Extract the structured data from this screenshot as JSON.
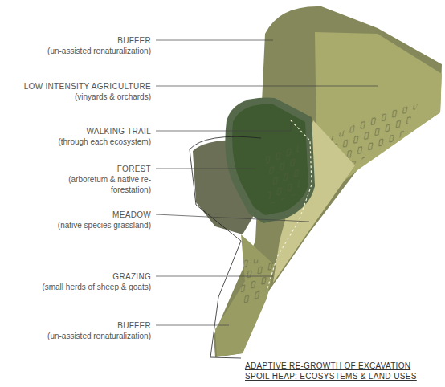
{
  "diagram": {
    "title": "ADAPTIVE RE-GROWTH OF EXCAVATION SPOIL HEAP: ECOSYSTEMS & LAND-USES",
    "labels": [
      "BUFFER",
      "(un-assisted renaturalization)",
      "LOW INTENSITY AGRICULTURE",
      "(vinyards & orchards)",
      "WALKING TRAIL",
      "(through each ecosystem)",
      "FOREST",
      "(arboretum & native re-forestation)",
      "MEADOW",
      "(native species grassland)",
      "GRAZING",
      "(small herds of sheep & goats)",
      "BUFFER",
      "(un-assisted renaturalization)"
    ]
  }
}
